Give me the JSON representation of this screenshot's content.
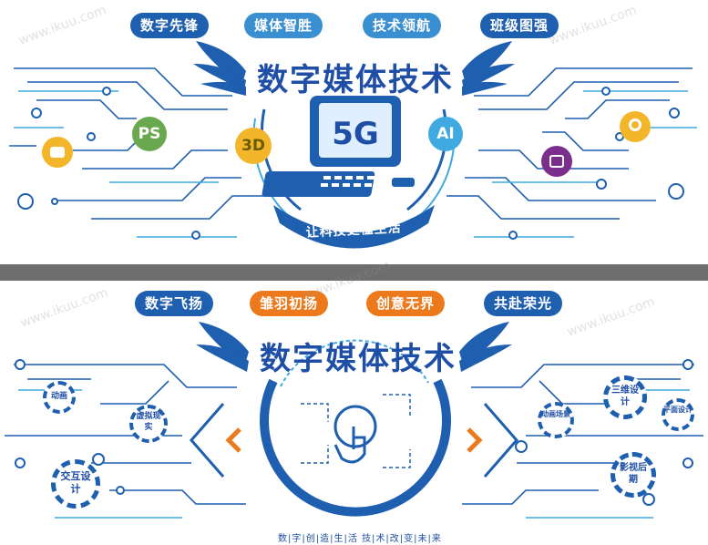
{
  "top": {
    "pills": [
      "数字先锋",
      "媒体智胜",
      "技术领航",
      "班级图强"
    ],
    "title": "数字媒体技术",
    "screen_text": "5G",
    "arc_text": "让科技更懂生活",
    "badges": {
      "ps": "PS",
      "threed": "3D",
      "ai": "AI"
    }
  },
  "bottom": {
    "pills": [
      "数字飞扬",
      "雏羽初扬",
      "创意无界",
      "共赴荣光"
    ],
    "title": "数字媒体技术",
    "gears_left": [
      "动画",
      "虚拟现实",
      "交互设计"
    ],
    "gears_right": [
      "动画场景",
      "三维设计",
      "平面设计",
      "影视后期"
    ],
    "footer": "数|字|创|造|生|活    技|术|改|变|未|来"
  },
  "watermark": "www.ikuu.com",
  "colors": {
    "primary": "#1f5fb0",
    "light": "#3fa9e0",
    "accent": "#ec7a1c",
    "yellow": "#f3b62a",
    "purple": "#7b2f8c",
    "green": "#6aa84f"
  }
}
